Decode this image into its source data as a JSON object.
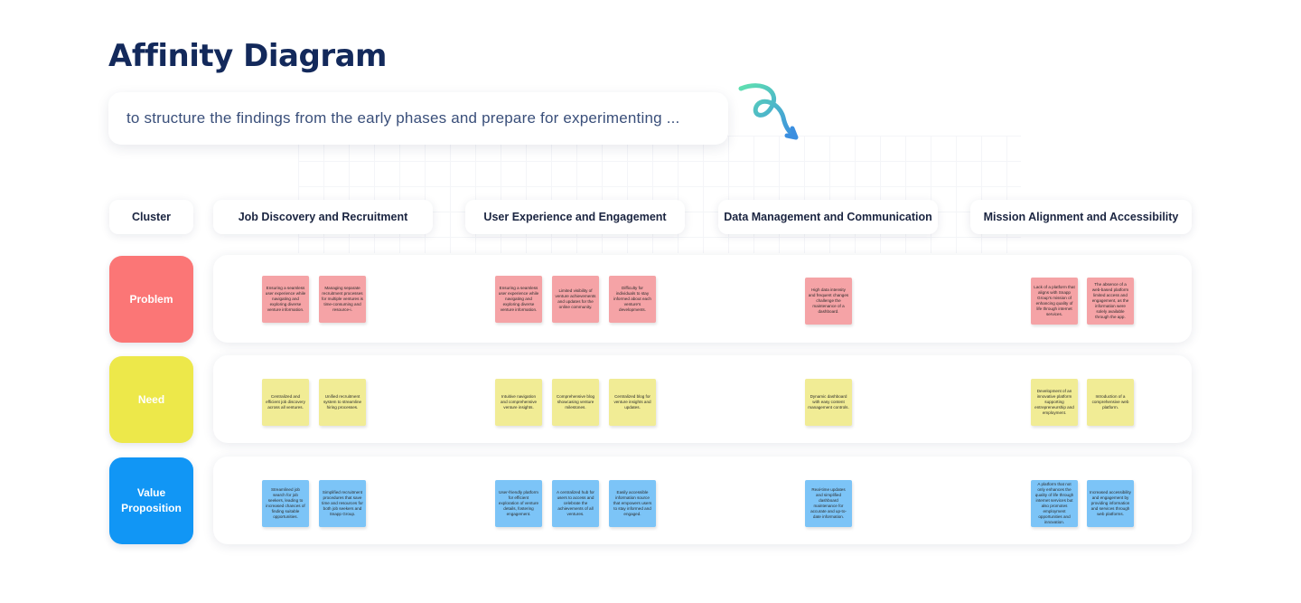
{
  "title": "Affinity Diagram",
  "subtitle": "to structure the findings from the early phases and prepare for experimenting ...",
  "colors": {
    "title": "#13295b",
    "problem": "#fb7676",
    "need": "#ede84a",
    "value": "#1196f5",
    "problem_note": "#f5a3a6",
    "need_note": "#f1ec95",
    "value_note": "#7cc4f7",
    "arrow_start": "#5fe0b0",
    "arrow_end": "#3b8fe0"
  },
  "icons": {
    "arrow": "curly-arrow-icon"
  },
  "header": {
    "cluster": "Cluster",
    "columns": [
      "Job Discovery and Recruitment",
      "User Experience and Engagement",
      "Data Management and Communication",
      "Mission Alignment and Accessibility"
    ]
  },
  "rows": [
    {
      "label": "Problem",
      "notes": [
        [
          "Ensuring a seamless user experience while navigating and exploring diverse venture information.",
          "Managing separate recruitment processes for multiple ventures is time-consuming and resource-i."
        ],
        [
          "Ensuring a seamless user experience while navigating and exploring diverse venture information.",
          "Limited visibility of venture achievements and updates for the online community.",
          "Difficulty for individuals to stay informed about each venture's developments."
        ],
        [
          "High data intensity and frequent changes challenge the maintenance of a dashboard."
        ],
        [
          "Lack of a platform that aligns with Snapp Group's mission of enhancing quality of life through internet services.",
          "The absence of a web-based platform limited access and engagement, as the information were solely available through the app."
        ]
      ]
    },
    {
      "label": "Need",
      "notes": [
        [
          "Centralized and efficient job discovery across all ventures.",
          "Unified recruitment system to streamline hiring processes."
        ],
        [
          "Intuitive navigation and comprehensive venture insights.",
          "Comprehensive blog showcasing venture milestones.",
          "Centralized blog for venture insights and updates."
        ],
        [
          "Dynamic dashboard with easy content management controls."
        ],
        [
          "Development of an innovative platform supporting entrepreneurship and employment.",
          "Introduction of a comprehensive web platform."
        ]
      ]
    },
    {
      "label": "Value Proposition",
      "notes": [
        [
          "Streamlined job search for job seekers, leading to increased chances of finding suitable opportunities.",
          "Simplified recruitment procedures that save time and resources for both job seekers and Snapp Group."
        ],
        [
          "User-friendly platform for efficient exploration of venture details, fostering engagement.",
          "A centralized hub for users to access and celebrate the achievements of all ventures.",
          "Easily accessible information source that empowers users to stay informed and engaged."
        ],
        [
          "Real-time updates and simplified dashboard maintenance for accurate and up-to-date information."
        ],
        [
          "A platform that not only enhances the quality of life through internet services but also promotes employment opportunities and innovation.",
          "Increased accessibility and engagement by providing information and services through web platforms."
        ]
      ]
    }
  ]
}
